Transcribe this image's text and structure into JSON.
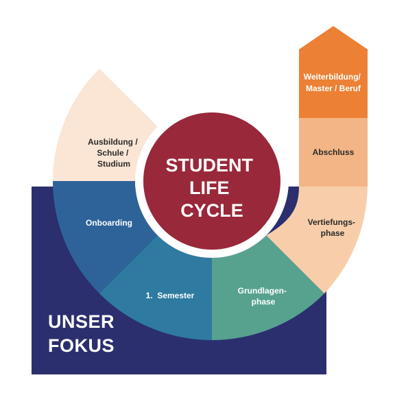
{
  "diagram": {
    "center": {
      "lines": [
        "STUDENT",
        "LIFE",
        "CYCLE"
      ]
    },
    "focus": {
      "lines": [
        "UNSER",
        "FOKUS"
      ]
    },
    "phases": {
      "ausbildung": {
        "lines": [
          "Ausbildung /",
          "Schule /",
          "Studium"
        ]
      },
      "onboarding": {
        "lines": [
          "Onboarding"
        ]
      },
      "semester": {
        "lines": [
          "1.  Semester"
        ]
      },
      "grundlagen": {
        "lines": [
          "Grundlagen-",
          "phase"
        ]
      },
      "vertiefung": {
        "lines": [
          "Vertiefungs-",
          "phase"
        ]
      },
      "abschluss": {
        "lines": [
          "Abschluss"
        ]
      },
      "weiterbildung": {
        "lines": [
          "Weiterbildung/",
          "Master / Beruf"
        ]
      }
    }
  },
  "colors": {
    "navy": "#2b2f6e",
    "steel_blue": "#2e6399",
    "teal_blue": "#2e7aa0",
    "green_teal": "#56a28f",
    "peach_light": "#fbe5d5",
    "peach_mid": "#f8ceaa",
    "peach_dark": "#f3b586",
    "orange": "#ec8034",
    "maroon": "#99283a",
    "white": "#ffffff",
    "dark_text": "#2a2a2a"
  }
}
